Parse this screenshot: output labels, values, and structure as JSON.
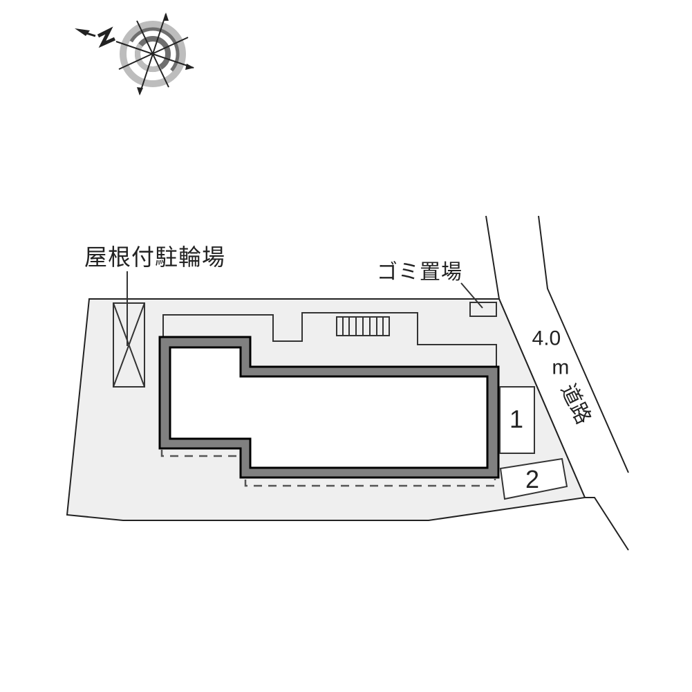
{
  "map": {
    "type": "site-plan",
    "labels": {
      "bicycle_parking": "屋根付駐輪場",
      "garbage_area": "ゴミ置場",
      "road_width": "4.0",
      "road_unit": "m",
      "road": "道路"
    },
    "parking_spaces": [
      {
        "number": "1"
      },
      {
        "number": "2"
      }
    ],
    "compass": {
      "north_label": "N"
    },
    "colors": {
      "lot_fill": "#efefef",
      "building_wall": "#808080",
      "line": "#222222",
      "compass_dark": "#6e6e6e",
      "compass_light": "#bdbdbd"
    }
  }
}
